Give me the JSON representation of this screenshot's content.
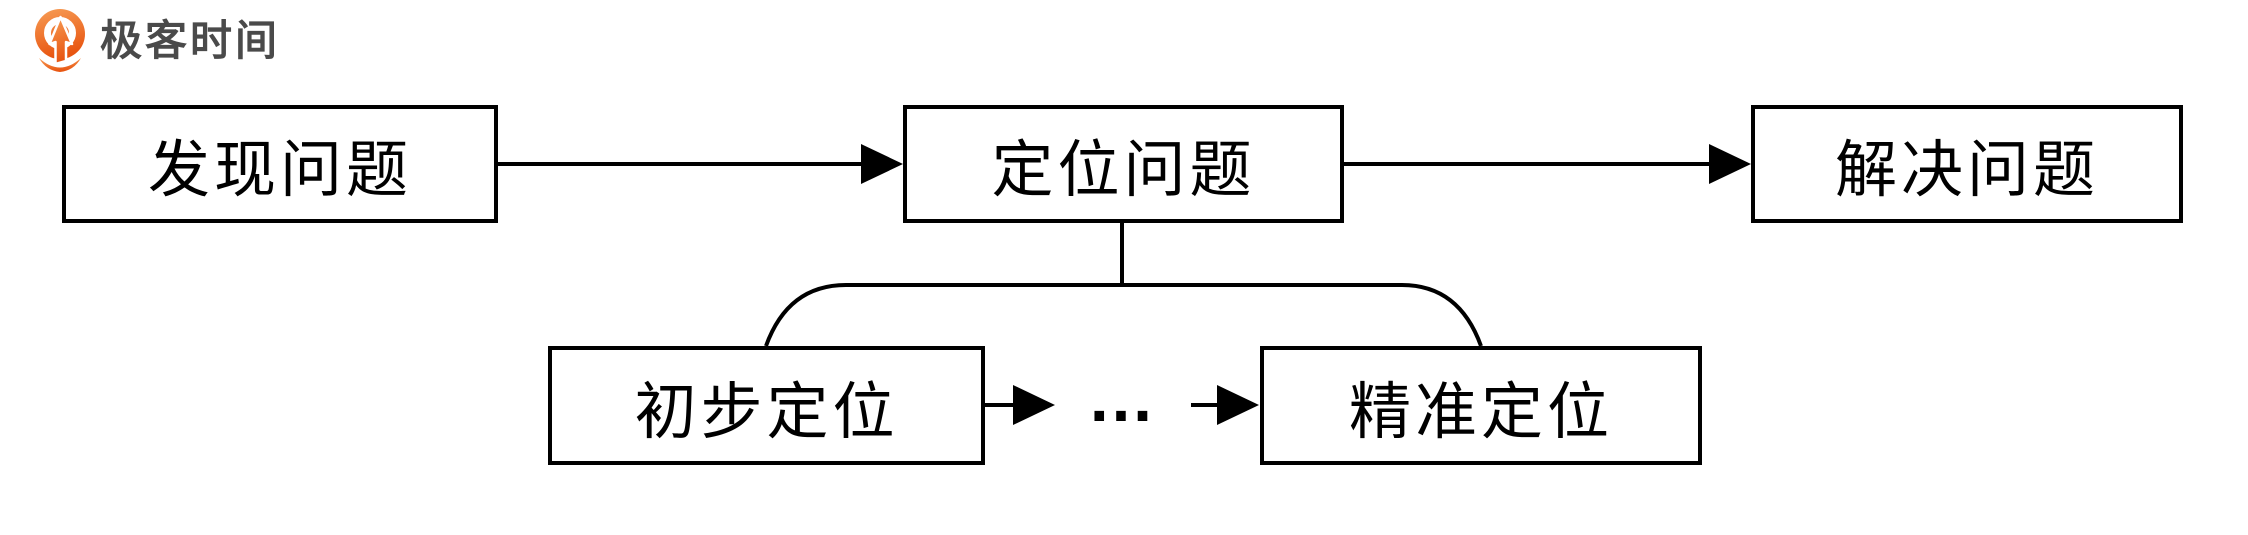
{
  "logo": {
    "text": "极客时间",
    "icon": "geektime-orange-pin-with-arrow"
  },
  "nodes": [
    {
      "id": "discover",
      "label": "发现问题"
    },
    {
      "id": "locate",
      "label": "定位问题"
    },
    {
      "id": "solve",
      "label": "解决问题"
    },
    {
      "id": "initial",
      "label": "初步定位"
    },
    {
      "id": "precise",
      "label": "精准定位"
    }
  ],
  "flow": {
    "top_row": [
      "发现问题",
      "定位问题",
      "解决问题"
    ],
    "sub_row_of": "定位问题",
    "sub_row": [
      "初步定位",
      "精准定位"
    ],
    "ellipsis": "…"
  },
  "colors": {
    "background": "#ffffff",
    "line": "#000000",
    "box_border": "#000000",
    "box_fill": "#ffffff",
    "text": "#000000",
    "logo_text": "#4a4a4a",
    "logo_orange_light": "#f79d55",
    "logo_orange_dark": "#e85511"
  }
}
